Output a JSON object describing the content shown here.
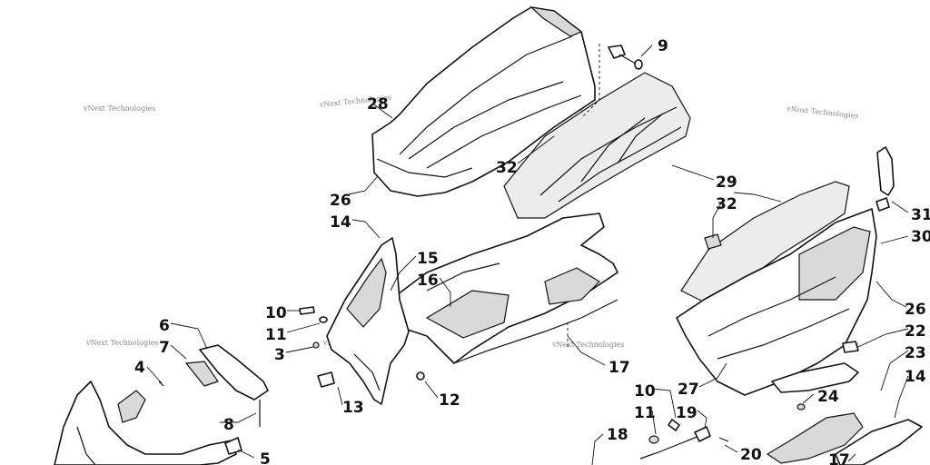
{
  "watermark": "vNext Technologies",
  "callouts": [
    "9",
    "28",
    "32",
    "26",
    "14",
    "15",
    "16",
    "10",
    "11",
    "3",
    "6",
    "7",
    "4",
    "8",
    "5",
    "13",
    "12",
    "17",
    "29",
    "32",
    "31",
    "30",
    "26",
    "22",
    "23",
    "14",
    "27",
    "24",
    "10",
    "11",
    "19",
    "18",
    "20",
    "17"
  ]
}
